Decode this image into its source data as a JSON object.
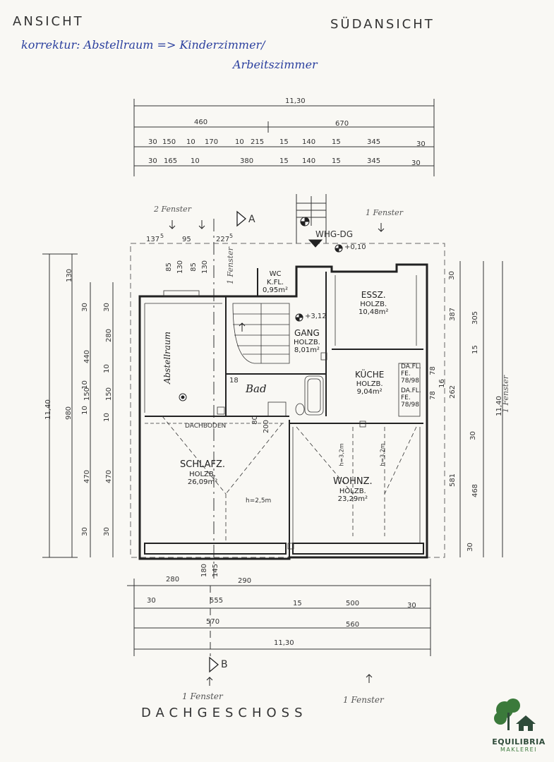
{
  "header": {
    "left_title": "ANSICHT",
    "right_title": "SÜDANSICHT"
  },
  "annotation": {
    "line1": "korrektur: Abstellraum => Kinderzimmer/",
    "line2": "Arbeitszimmer"
  },
  "dimensions": {
    "top_total": "11,30",
    "top_row1": [
      "460",
      "670"
    ],
    "top_row2": [
      "30",
      "150",
      "10",
      "170",
      "10",
      "215",
      "15",
      "140",
      "15",
      "345",
      "30"
    ],
    "top_row3": [
      "30",
      "165",
      "10",
      "380",
      "15",
      "140",
      "15",
      "345",
      "30"
    ],
    "window_dims": [
      "137",
      "5",
      "95",
      "227",
      "5"
    ],
    "left_outer": "11,40",
    "left_mid": "980",
    "left_inner": [
      "130",
      "30",
      "440",
      "10",
      "150",
      "10",
      "470",
      "30"
    ],
    "left_inner2": [
      "30",
      "280",
      "10",
      "150",
      "10",
      "470",
      "30"
    ],
    "left_small": [
      "85",
      "130",
      "85",
      "130"
    ],
    "right_outer": "11,40",
    "right_col1": [
      "30",
      "387",
      "262",
      "581",
      "30"
    ],
    "right_col2": [
      "305",
      "15",
      "78",
      "78",
      "16",
      "30",
      "468"
    ],
    "bottom_row1": [
      "280",
      "290"
    ],
    "bottom_row2": [
      "30",
      "555",
      "15",
      "500",
      "30"
    ],
    "bottom_row3": [
      "570",
      "560"
    ],
    "bottom_total": "11,30",
    "vertical_small": [
      "180",
      "145",
      "80",
      "200"
    ],
    "stair_label": "18"
  },
  "rooms": {
    "abstellraum": "Abstellraum",
    "wc": {
      "name": "WC",
      "floor": "K.FL.",
      "area": "0,95m²"
    },
    "gang": {
      "name": "GANG",
      "floor": "HOLZB.",
      "area": "8,01m²",
      "level": "+3,12"
    },
    "essz": {
      "name": "ESSZ.",
      "floor": "HOLZB.",
      "area": "10,48m²"
    },
    "kueche": {
      "name": "KÜCHE",
      "floor": "HOLZB.",
      "area": "9,04m²"
    },
    "bad": "Bad",
    "schlafz": {
      "name": "SCHLAFZ.",
      "floor": "HOLZB.",
      "area": "26,09m²",
      "height": "h=2,5m"
    },
    "wohnz": {
      "name": "WOHNZ.",
      "floor": "HOLZB.",
      "area": "23,29m²",
      "height1": "h=3,2m",
      "height2": "h=3,2m"
    },
    "dachboden": "DACHBODEN",
    "dafl1": [
      "DA.FL.",
      "FE.",
      "78/98"
    ],
    "dafl2": [
      "DA.FL.",
      "FE.",
      "78/98"
    ]
  },
  "markers": {
    "whg_dg": "WHG-DG",
    "level_010": "+0,10",
    "section_a": "A",
    "section_b": "B"
  },
  "handnotes": {
    "fenster_2": "2 Fenster",
    "fenster_1_top": "1 Fenster",
    "fenster_1_vertical": "1 Fenster",
    "fenster_1_right": "1 Fenster",
    "fenster_1_bottom_left": "1 Fenster",
    "fenster_1_bottom_right": "1 Fenster"
  },
  "footer": {
    "title": "DACHGESCHOSS"
  },
  "logo": {
    "name": "EQUILIBRIA",
    "sub": "MAKLEREI",
    "color_primary": "#2f4b3a",
    "color_accent": "#3b7a3b"
  }
}
